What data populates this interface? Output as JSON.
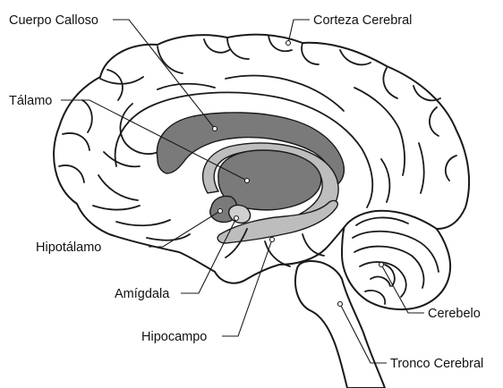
{
  "labels": {
    "corpus_callosum": "Cuerpo Calloso",
    "cerebral_cortex": "Corteza Cerebral",
    "thalamus": "Tálamo",
    "hypothalamus": "Hipotálamo",
    "amygdala": "Amígdala",
    "hippocampus": "Hipocampo",
    "cerebellum": "Cerebelo",
    "brainstem": "Tronco Cerebral"
  },
  "colors": {
    "outline": "#1a1a1a",
    "dark_structure": "#7a7a7a",
    "light_structure": "#bdbdbd",
    "background": "#ffffff"
  }
}
